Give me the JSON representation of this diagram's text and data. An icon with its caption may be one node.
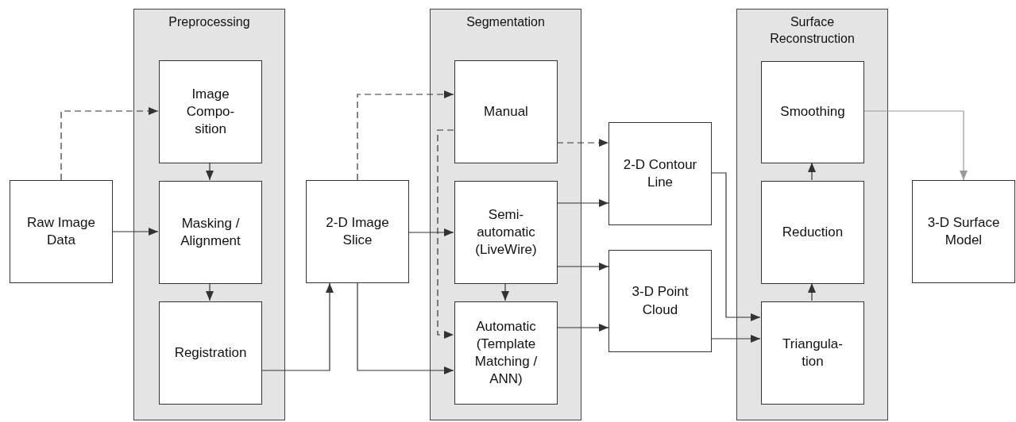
{
  "diagram": {
    "nodes": [
      {
        "text": [
          "Preprocessing"
        ]
      },
      {
        "text": [
          "Image Compo- sition"
        ],
        "in": 0
      },
      {
        "text": [
          "Masking / Alignment"
        ],
        "in": 0
      },
      {
        "text": [
          "Registration"
        ],
        "in": 0
      },
      {
        "text": [
          "Raw Image Data"
        ]
      },
      {
        "text": [
          "2-D Image Slice"
        ]
      },
      {
        "text": [
          "Segmentation"
        ]
      },
      {
        "text": [
          "Manual"
        ],
        "in": 6
      },
      {
        "text": [
          "Semi- automatic (LiveWire)"
        ],
        "in": 6
      },
      {
        "text": [
          "Automatic (Template Matching / ANN)"
        ],
        "in": 6
      },
      {
        "text": [
          "2-D Contour Line"
        ]
      },
      {
        "text": [
          "3-D Point Cloud"
        ]
      },
      {
        "text": [
          "Surface Reconstruction"
        ]
      },
      {
        "text": [
          "Smoothing"
        ],
        "in": 12
      },
      {
        "text": [
          "Reduction"
        ],
        "in": 12
      },
      {
        "text": [
          "Triangula- tion"
        ],
        "in": 12
      },
      {
        "text": [
          "3-D Surface Model"
        ]
      }
    ],
    "edges": [
      {
        "from": 4,
        "to": 1,
        "arrow": "to",
        "style": "dashed"
      },
      {
        "from": 4,
        "to": 2,
        "arrow": "to"
      },
      {
        "from": 1,
        "to": 2,
        "arrow": "to"
      },
      {
        "from": 2,
        "to": 3,
        "arrow": "to"
      },
      {
        "from": 3,
        "to": 5,
        "arrow": "to"
      },
      {
        "from": 5,
        "to": 7,
        "arrow": "to",
        "style": "dashed"
      },
      {
        "from": 5,
        "to": 8,
        "arrow": "to"
      },
      {
        "from": 5,
        "to": 9,
        "arrow": "to"
      },
      {
        "from": 7,
        "to": 9,
        "arrow": "to",
        "style": "dashed"
      },
      {
        "from": 7,
        "to": 10,
        "arrow": "to",
        "style": "dashed"
      },
      {
        "from": 8,
        "to": 10,
        "arrow": "to"
      },
      {
        "from": 8,
        "to": 11,
        "arrow": "to"
      },
      {
        "from": 8,
        "to": 9,
        "arrow": "to"
      },
      {
        "from": 9,
        "to": 11,
        "arrow": "to"
      },
      {
        "from": 10,
        "to": 15,
        "arrow": "to"
      },
      {
        "from": 11,
        "to": 15,
        "arrow": "to"
      },
      {
        "from": 15,
        "to": 14,
        "arrow": "to"
      },
      {
        "from": 14,
        "to": 13,
        "arrow": "to"
      },
      {
        "from": 13,
        "to": 16,
        "arrow": "to",
        "color": "#999999"
      }
    ]
  }
}
